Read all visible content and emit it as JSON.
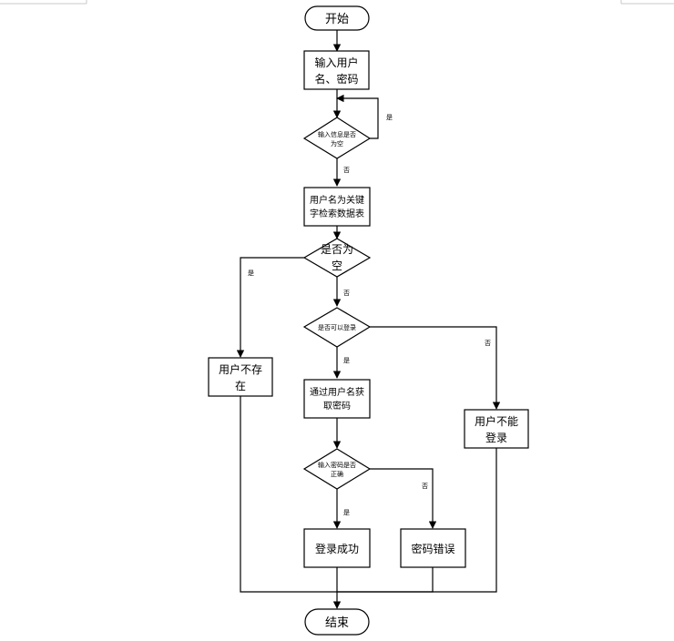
{
  "diagram": {
    "nodes": {
      "start": "开始",
      "input": [
        "输入用户",
        "名、密码"
      ],
      "check_empty": [
        "输入信息是否",
        "为空"
      ],
      "search": [
        "用户名为关键",
        "字检索数据表"
      ],
      "is_empty": [
        "是否为",
        "空"
      ],
      "can_login": "是否可以登录",
      "user_not_exist": [
        "用户不存",
        "在"
      ],
      "get_password": [
        "通过用户名获",
        "取密码"
      ],
      "cannot_login": [
        "用户不能",
        "登录"
      ],
      "pw_correct": [
        "输入密码是否",
        "正确"
      ],
      "login_success": "登录成功",
      "pw_error": "密码错误",
      "end": "结束"
    },
    "edge_labels": {
      "check_empty_yes": "是",
      "check_empty_no": "否",
      "is_empty_yes": "是",
      "is_empty_no": "否",
      "can_login_yes": "是",
      "can_login_no": "否",
      "pw_correct_yes": "是",
      "pw_correct_no": "否"
    }
  }
}
